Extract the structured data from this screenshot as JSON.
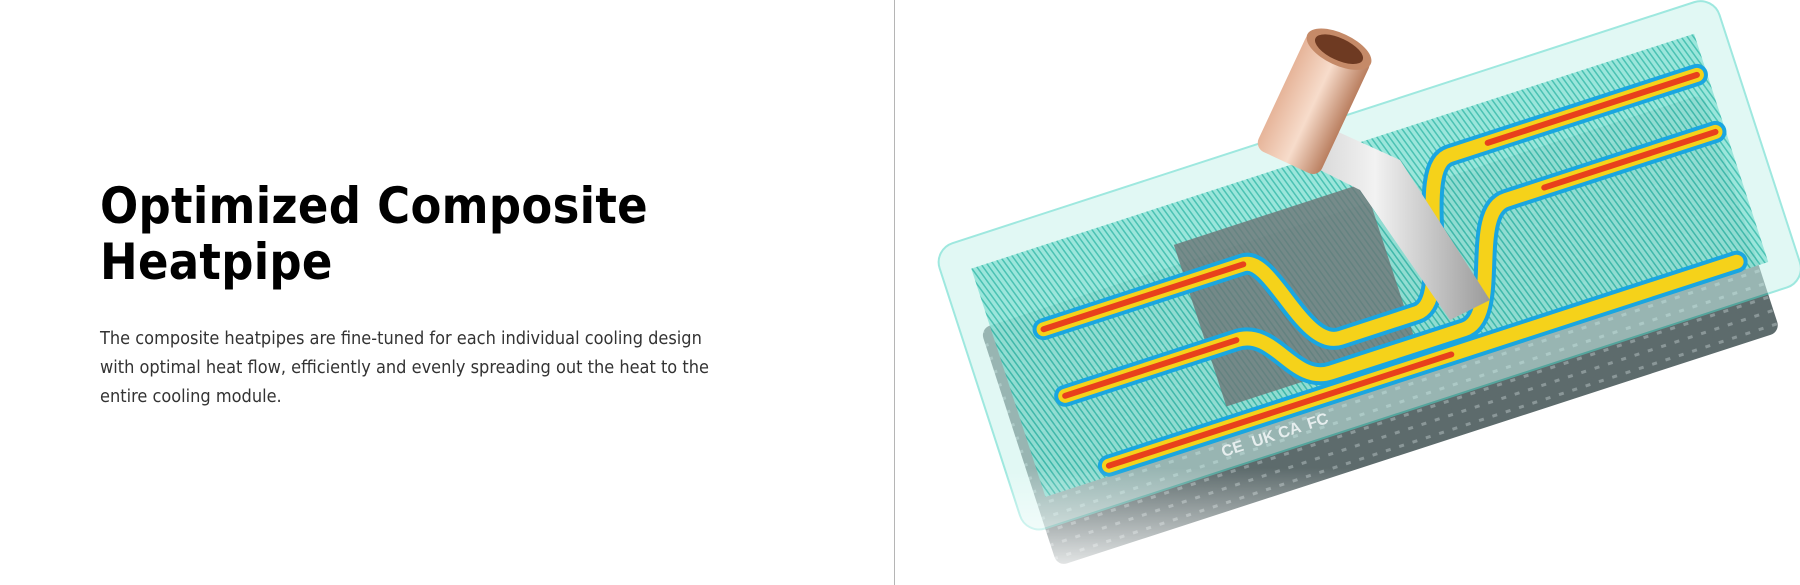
{
  "section": {
    "title_line1": "Optimized Composite",
    "title_line2": "Heatpipe",
    "description": "The composite heatpipes are fine-tuned for each individual cooling design with optimal heat flow, efficiently and evenly spreading out the heat to the entire cooling module."
  },
  "image": {
    "subject": "graphics-card-heatpipe-illustration",
    "marks": [
      "UK CA",
      "CE",
      "FC"
    ],
    "colors": {
      "accent_cyan": "#3fd9c8",
      "heat_red": "#e8401c",
      "heat_yellow": "#f5d21a",
      "copper": "#d9a07e"
    }
  }
}
